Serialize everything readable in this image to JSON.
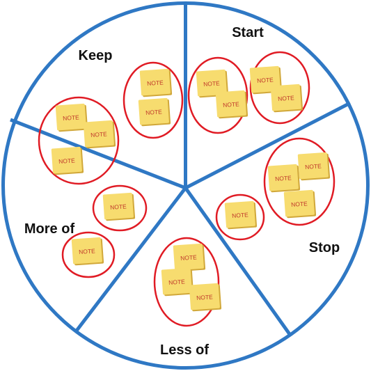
{
  "diagram": {
    "colors": {
      "wheel": "#2f78c4",
      "group_ring": "#e01b24",
      "note_fill": "#f7dc6f",
      "note_shadow": "#d1a83a",
      "note_text": "#c0392b"
    },
    "segments": [
      {
        "id": "keep",
        "label": "Keep"
      },
      {
        "id": "start",
        "label": "Start"
      },
      {
        "id": "stop",
        "label": "Stop"
      },
      {
        "id": "less-of",
        "label": "Less of"
      },
      {
        "id": "more-of",
        "label": "More of"
      }
    ],
    "note_label": "NOTE"
  }
}
